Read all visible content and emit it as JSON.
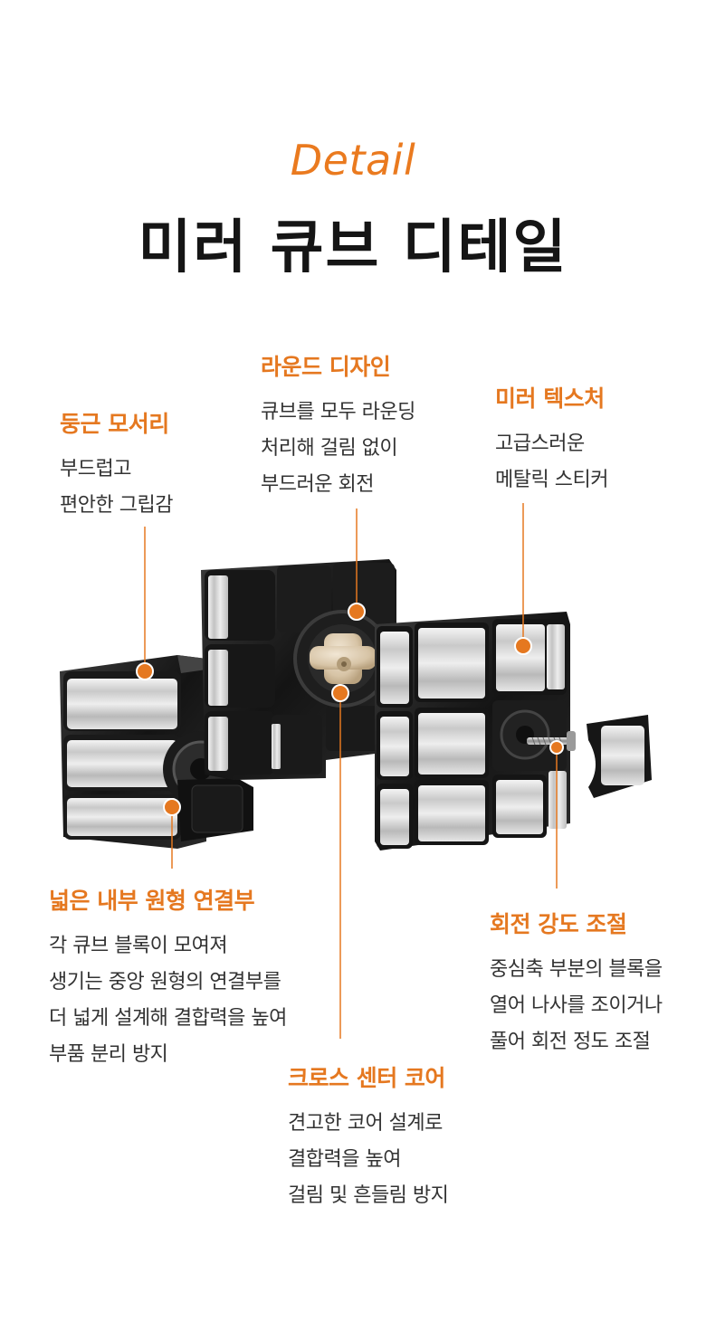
{
  "header": {
    "subtitle": "Detail",
    "title": "미러 큐브 디테일"
  },
  "colors": {
    "accent": "#e57820",
    "title": "#151515",
    "body_text": "#333333",
    "background": "#ffffff"
  },
  "callouts": {
    "rounded_corner": {
      "title": "둥근 모서리",
      "lines": [
        "부드럽고",
        "편안한 그립감"
      ]
    },
    "round_design": {
      "title": "라운드 디자인",
      "lines": [
        "큐브를 모두 라운딩",
        "처리해 걸림 없이",
        "부드러운 회전"
      ]
    },
    "mirror_texture": {
      "title": "미러 텍스처",
      "lines": [
        "고급스러운",
        "메탈릭 스티커"
      ]
    },
    "inner_joint": {
      "title": "넓은 내부 원형 연결부",
      "lines": [
        "각 큐브 블록이 모여져",
        "생기는 중앙 원형의 연결부를",
        "더 넓게 설계해 결합력을 높여",
        "부품 분리 방지"
      ]
    },
    "tension_control": {
      "title": "회전 강도 조절",
      "lines": [
        "중심축 부분의 블록을",
        "열어 나사를 조이거나",
        "풀어 회전 정도 조절"
      ]
    },
    "cross_core": {
      "title": "크로스 센터 코어",
      "lines": [
        "견고한 코어 설계로",
        "결합력을 높여",
        "걸림 및 흔들림 방지"
      ]
    }
  }
}
